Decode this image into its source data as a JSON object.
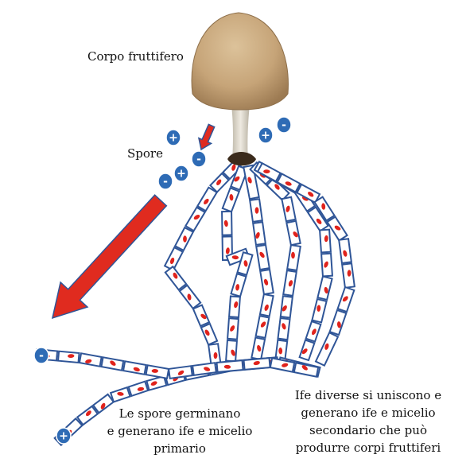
{
  "labels": {
    "fruiting_body": "Corpo fruttifero",
    "spores": "Spore",
    "primary": [
      "Le spore germinano",
      "e generano ife e micelio",
      "primario"
    ],
    "secondary": [
      "Ife diverse si uniscono e",
      "generano ife e micelio",
      "secondario che può",
      "produrre corpi fruttiferi"
    ]
  },
  "spore_signs": [
    "+",
    "-",
    "-",
    "+",
    "-",
    "+",
    "-",
    "+",
    "-"
  ],
  "colors": {
    "hypha_border": "#2f5597",
    "hypha_fill": "#ffffff",
    "nucleus": "#e0231c",
    "arrow": "#e02b1f",
    "spore_fill": "#2e6bb5",
    "cap": "#c9a87c",
    "stem": "#ddd8cc"
  },
  "icons": [
    "plus-spore-icon",
    "minus-spore-icon",
    "arrow-icon",
    "mushroom-icon"
  ]
}
